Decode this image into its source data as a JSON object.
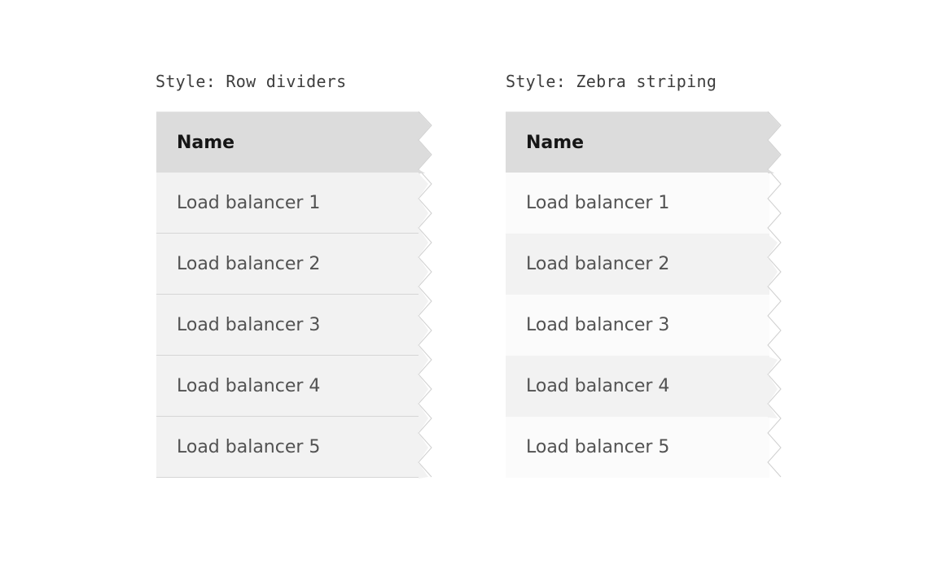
{
  "left_example": {
    "caption": "Style: Row dividers",
    "header": "Name",
    "rows": [
      "Load balancer 1",
      "Load balancer 2",
      "Load balancer 3",
      "Load balancer 4",
      "Load balancer 5"
    ]
  },
  "right_example": {
    "caption": "Style: Zebra striping",
    "header": "Name",
    "rows": [
      "Load balancer 1",
      "Load balancer 2",
      "Load balancer 3",
      "Load balancer 4",
      "Load balancer 5"
    ]
  },
  "colors": {
    "header_bg": "#dcdcdc",
    "row_bg": "#f2f2f2",
    "zebra_alt_bg": "#fbfbfb",
    "divider": "#d6d6d6",
    "text": "#525252",
    "header_text": "#161616"
  }
}
